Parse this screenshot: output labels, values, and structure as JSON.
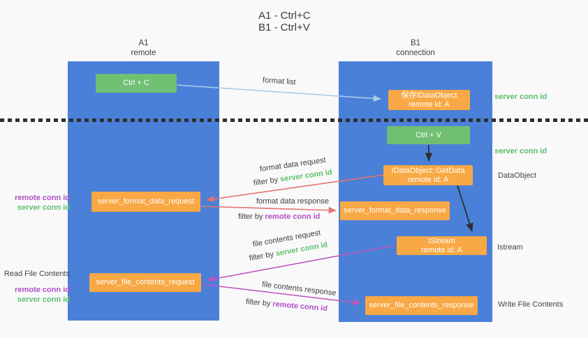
{
  "title": {
    "line1": "A1 - Ctrl+C",
    "line2": "B1 - Ctrl+V"
  },
  "lanes": {
    "left": {
      "name": "A1",
      "role": "remote"
    },
    "right": {
      "name": "B1",
      "role": "connection"
    }
  },
  "nodes": {
    "ctrl_c": {
      "label": "Ctrl + C"
    },
    "save_idataobject": {
      "line1": "保存IDataObject",
      "line2": "remote id: A"
    },
    "ctrl_v": {
      "label": "Ctrl + V"
    },
    "getdata": {
      "line1": "IDataObject::GetData",
      "line2": "remote id: A"
    },
    "format_request": {
      "label": "server_format_data_request"
    },
    "format_response": {
      "label": "server_format_data_response"
    },
    "istream": {
      "line1": "IStream",
      "line2": "remote id: A"
    },
    "file_request": {
      "label": "server_file_contents_request"
    },
    "file_response": {
      "label": "server_file_contents_response"
    }
  },
  "edge_labels": {
    "format_list": "format list",
    "format_request_title": "format data request",
    "format_request_filter_prefix": "filter by",
    "format_request_filter_key": "server conn id",
    "format_response_title": "format data response",
    "format_response_filter_prefix": "filter by",
    "format_response_filter_key": "remote conn id",
    "file_request_title": "file contents request",
    "file_request_filter_prefix": "filter by",
    "file_request_filter_key": "server conn id",
    "file_response_title": "file contents response",
    "file_response_filter_prefix": "filter by",
    "file_response_filter_key": "remote conn id"
  },
  "annotations": {
    "right_top": "server conn id",
    "right_ctrlv": "server conn id",
    "right_dataobject": "DataObject",
    "right_istream": "Istream",
    "right_write": "Write File Contents",
    "left_format": {
      "remote": "remote conn id",
      "server": "server conn id"
    },
    "left_file": {
      "title": "Read File Contents",
      "remote": "remote conn id",
      "server": "server conn id"
    }
  },
  "colors": {
    "lane_blue": "#4a80d8",
    "box_green": "#71bf72",
    "box_orange": "#f8a844",
    "arrow_blue": "#a8cce9",
    "arrow_red": "#e8726e",
    "arrow_magenta": "#c156bd",
    "arrow_black": "#2f2f2f",
    "text_green": "#5cbf6d",
    "text_purple": "#b14fc5"
  }
}
